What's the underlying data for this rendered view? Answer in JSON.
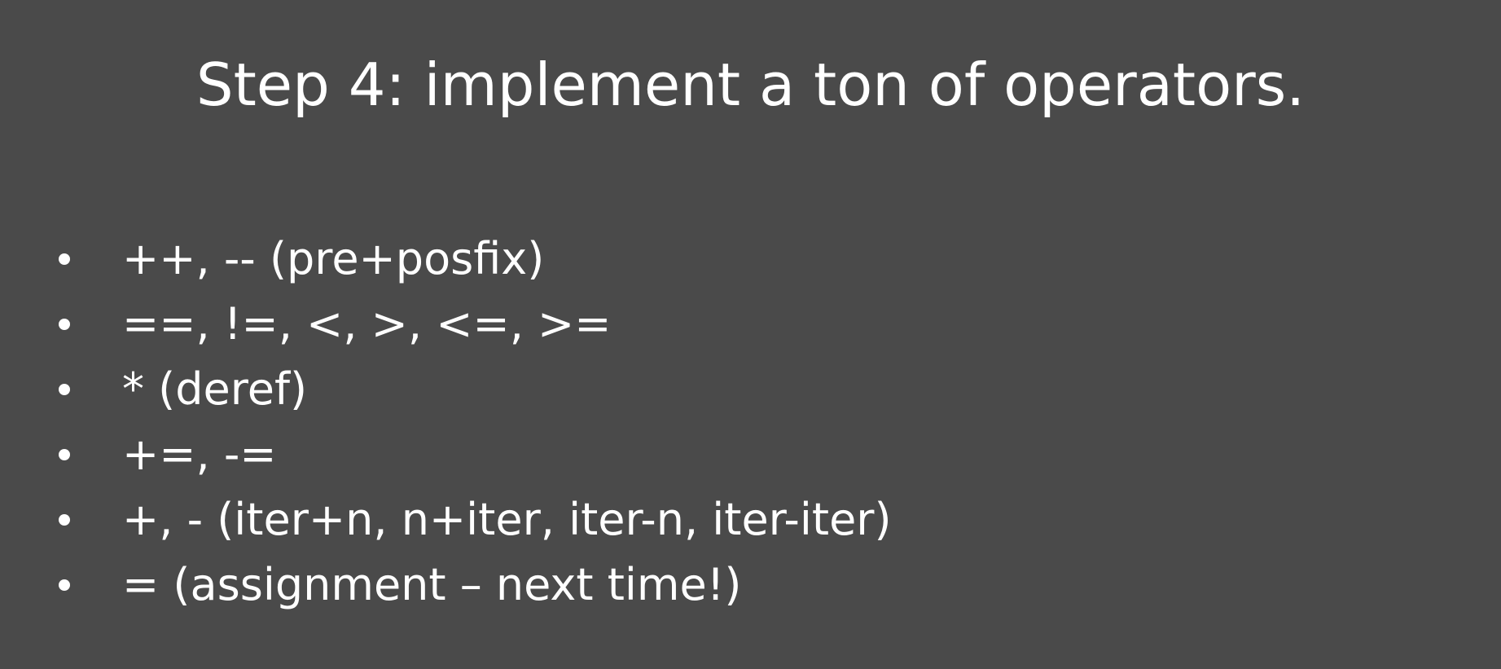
{
  "slide": {
    "title": "Step 4: implement a ton of operators.",
    "bullets": [
      "++, -- (pre+posfix)",
      "==, !=, <, >, <=, >=",
      "* (deref)",
      "+=, -=",
      "+, - (iter+n, n+iter, iter-n, iter-iter)",
      "= (assignment – next time!)"
    ]
  },
  "colors": {
    "background": "#4a4a4a",
    "text": "#ffffff"
  }
}
